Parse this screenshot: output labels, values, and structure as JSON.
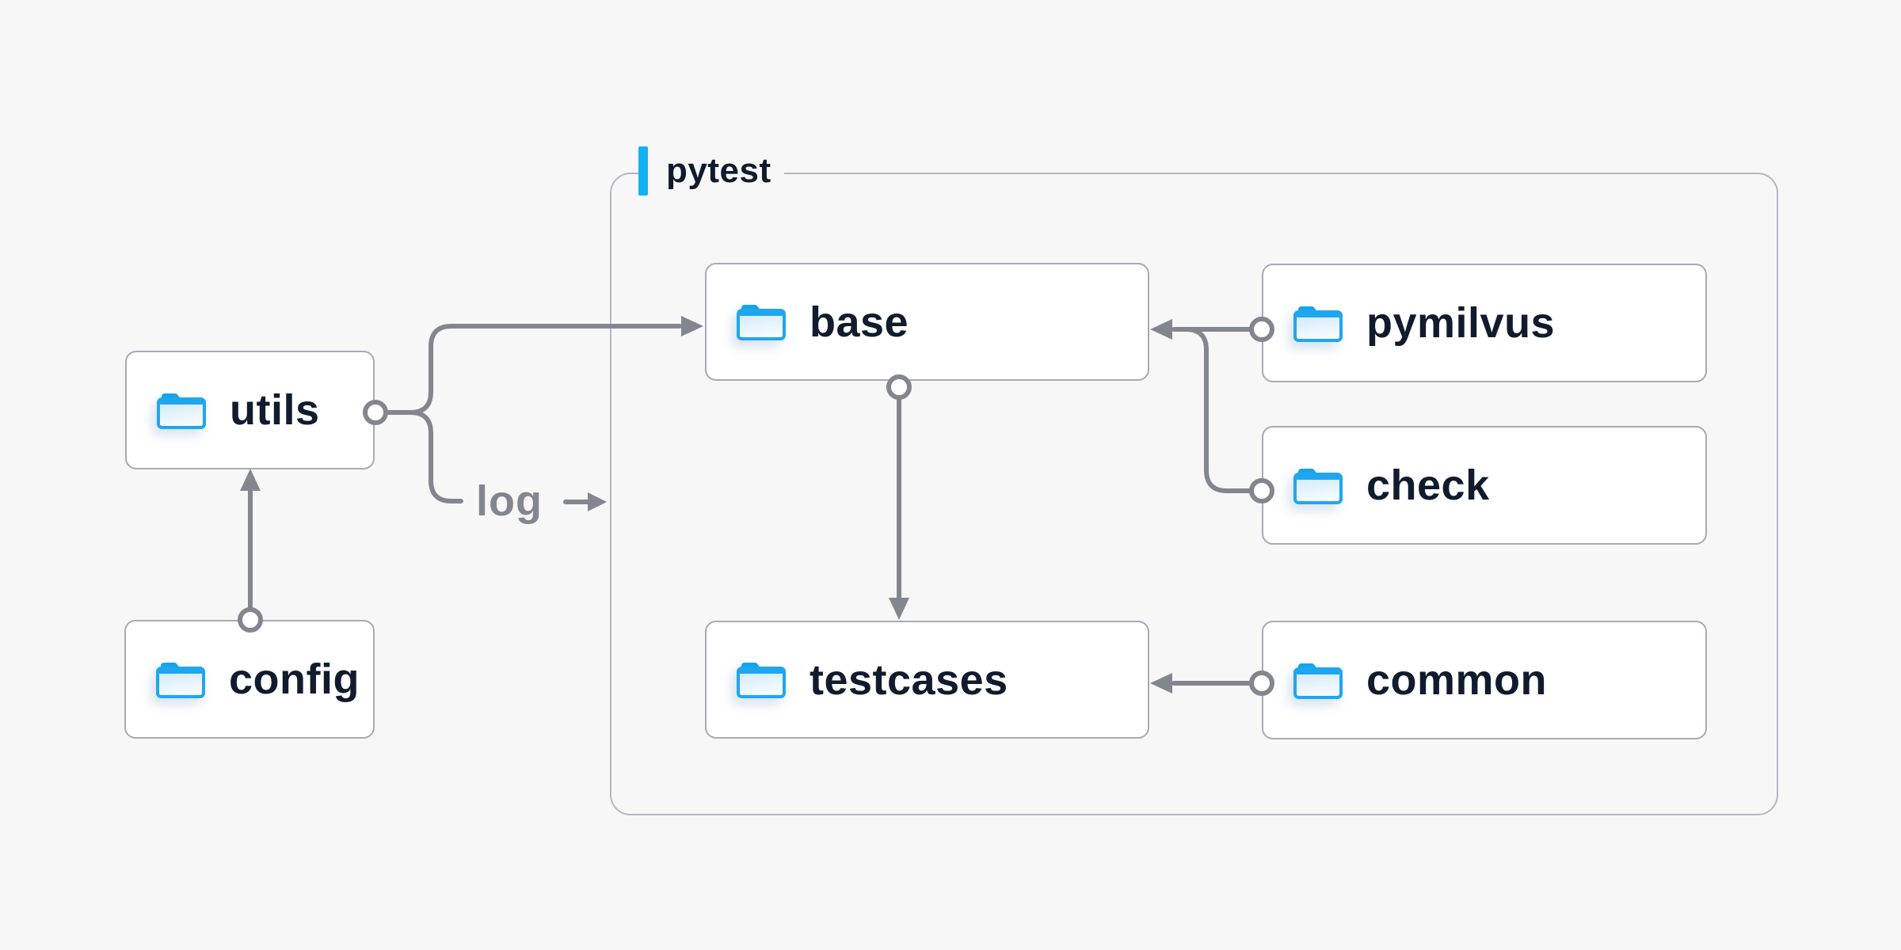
{
  "diagram": {
    "type": "folder-structure-diagram",
    "group": {
      "label": "pytest"
    },
    "nodes": {
      "utils": {
        "label": "utils",
        "icon": "folder-icon"
      },
      "config": {
        "label": "config",
        "icon": "folder-icon"
      },
      "base": {
        "label": "base",
        "icon": "folder-icon"
      },
      "pymilvus": {
        "label": "pymilvus",
        "icon": "folder-icon"
      },
      "check": {
        "label": "check",
        "icon": "folder-icon"
      },
      "testcases": {
        "label": "testcases",
        "icon": "folder-icon"
      },
      "common": {
        "label": "common",
        "icon": "folder-icon"
      }
    },
    "group_members": [
      "base",
      "pymilvus",
      "check",
      "testcases",
      "common"
    ],
    "edges": [
      {
        "from": "config",
        "to": "utils"
      },
      {
        "from": "utils",
        "to": "base"
      },
      {
        "from": "utils",
        "to": "pytest",
        "label": "log"
      },
      {
        "from": "pymilvus",
        "to": "base"
      },
      {
        "from": "check",
        "to": "base"
      },
      {
        "from": "base",
        "to": "testcases"
      },
      {
        "from": "common",
        "to": "testcases"
      }
    ],
    "colors": {
      "background": "#f7f7f8",
      "node_fill": "#ffffff",
      "node_border": "#a8aab4",
      "group_border": "#b5b7c1",
      "connector": "#84868f",
      "label_text": "#101b2e",
      "edge_label_text": "#84868f",
      "accent_blue": "#14b1f2",
      "folder_blue": "#1ea7ef"
    }
  }
}
